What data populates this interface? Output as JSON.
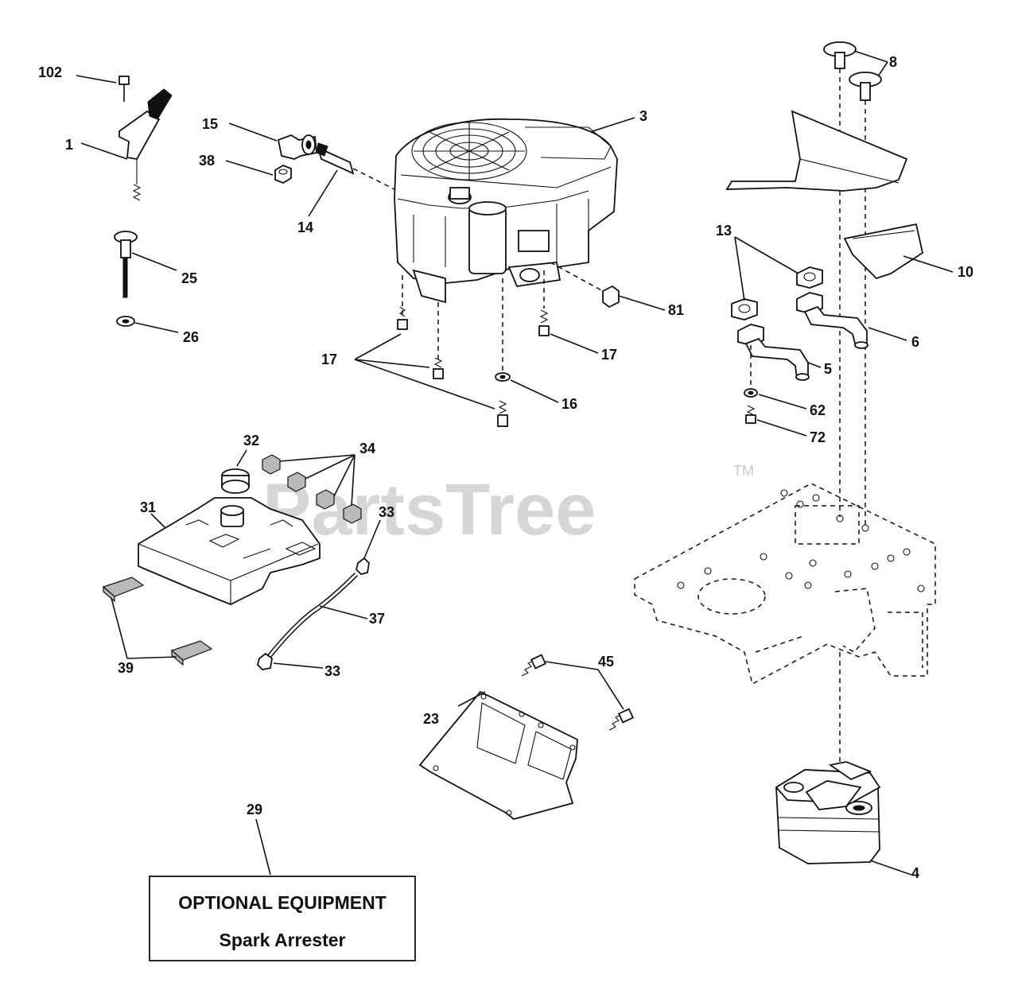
{
  "watermark": {
    "text": "PartsTree",
    "trademark": "TM"
  },
  "callouts": {
    "c102": "102",
    "c1": "1",
    "c15": "15",
    "c38": "38",
    "c14": "14",
    "c3": "3",
    "c8": "8",
    "c10": "10",
    "c13": "13",
    "c6": "6",
    "c5": "5",
    "c62": "62",
    "c72": "72",
    "c25": "25",
    "c26": "26",
    "c81": "81",
    "c17a": "17",
    "c17b": "17",
    "c16": "16",
    "c32": "32",
    "c34": "34",
    "c31": "31",
    "c33a": "33",
    "c37": "37",
    "c39": "39",
    "c33b": "33",
    "c45": "45",
    "c23": "23",
    "c29": "29",
    "c4": "4"
  },
  "optional_box": {
    "title": "OPTIONAL EQUIPMENT",
    "subtitle": "Spark Arrester"
  }
}
